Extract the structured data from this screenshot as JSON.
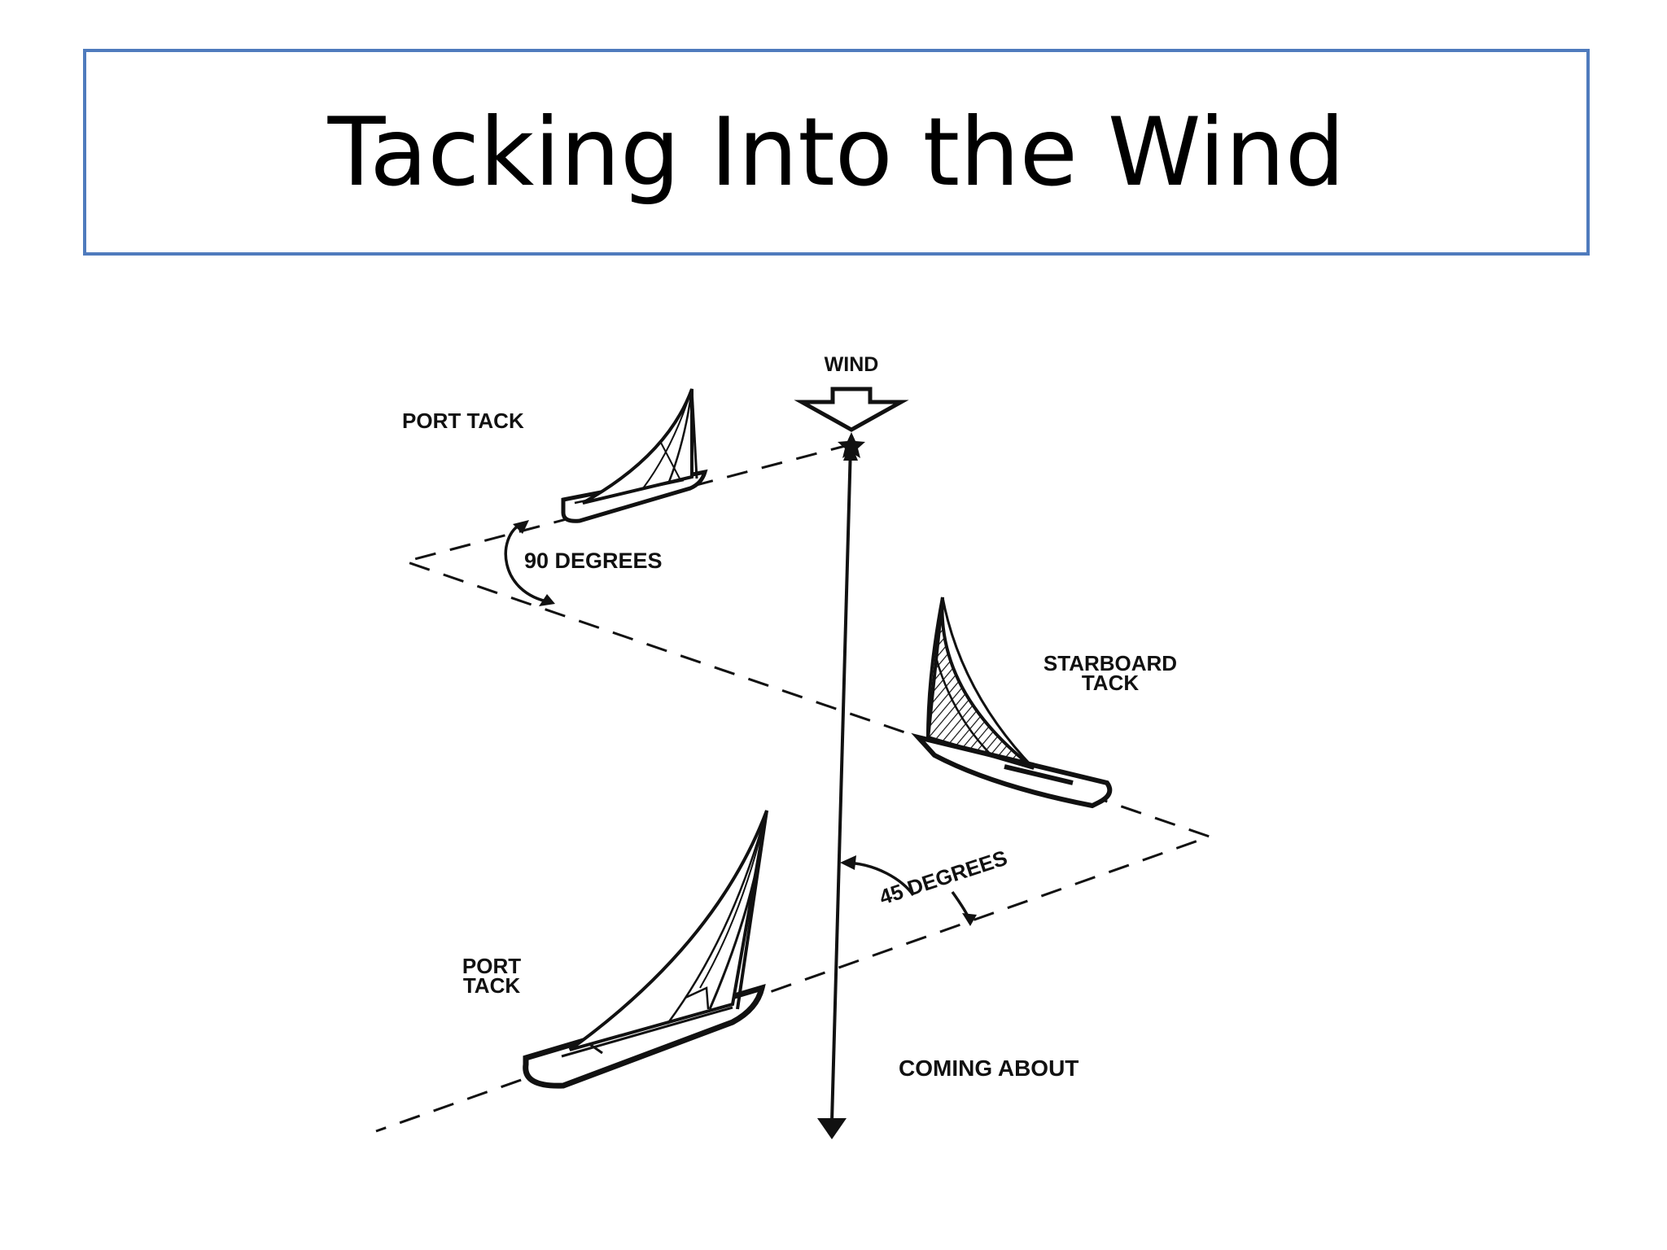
{
  "slide": {
    "title": "Tacking Into the Wind",
    "border_color": "#4f7bbd"
  },
  "diagram": {
    "labels": {
      "wind": "WIND",
      "port_tack_top": "PORT TACK",
      "ninety_degrees": "90 DEGREES",
      "starboard_line1": "STARBOARD",
      "starboard_line2": "TACK",
      "forty_five_degrees": "45 DEGREES",
      "port_line1": "PORT",
      "port_line2": "TACK",
      "coming_about": "COMING ABOUT"
    },
    "ink_color": "#111111"
  }
}
